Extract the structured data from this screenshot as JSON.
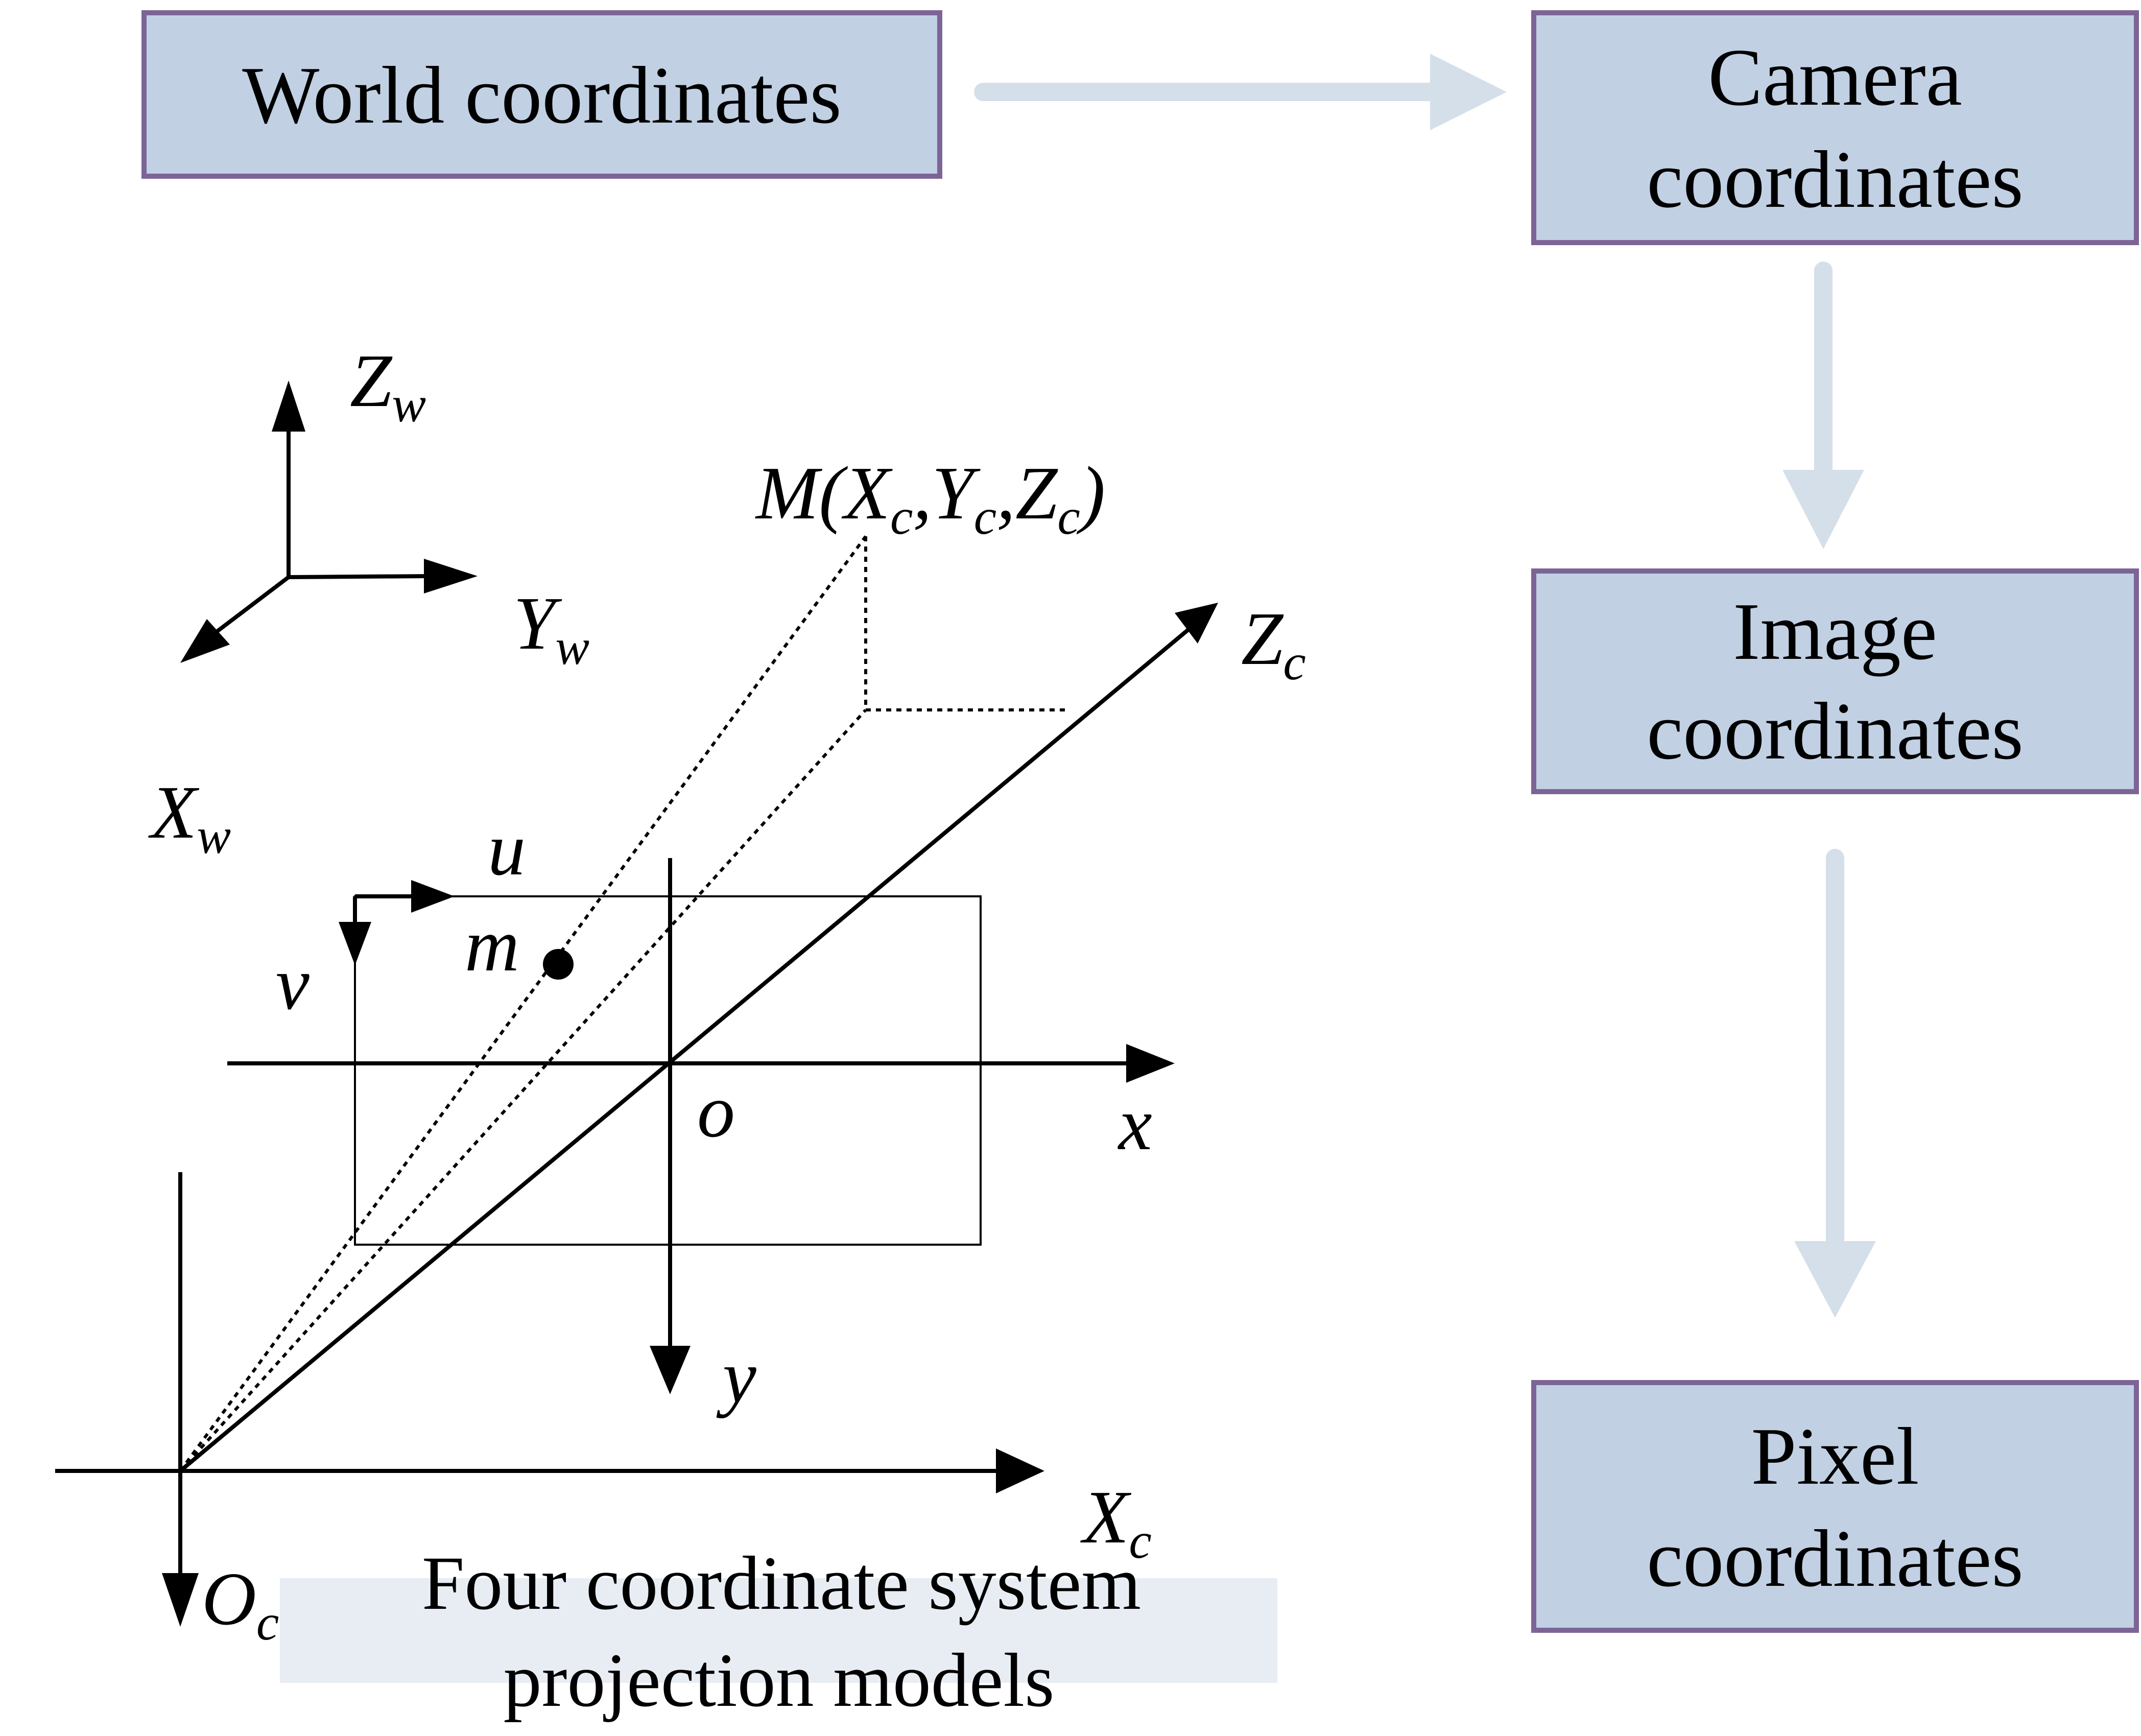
{
  "flow_boxes": {
    "world": "World coordinates",
    "camera": [
      "Camera",
      "coordinates"
    ],
    "image": [
      "Image",
      "coordinates"
    ],
    "pixel": [
      "Pixel",
      "coordinates"
    ]
  },
  "axis_labels": {
    "world": {
      "z": {
        "main": "Z",
        "sub": "w"
      },
      "y": {
        "main": "Y",
        "sub": "w"
      },
      "x": {
        "main": "X",
        "sub": "w"
      }
    },
    "camera": {
      "z": {
        "main": "Z",
        "sub": "c"
      },
      "x": {
        "main": "X",
        "sub": "c"
      },
      "origin": {
        "main": "O",
        "sub": "c"
      }
    },
    "image": {
      "x": "x",
      "y": "y",
      "origin": "o"
    },
    "pixel": {
      "u": "u",
      "v": "v"
    }
  },
  "points": {
    "M": {
      "prefix": "M(",
      "x": "X",
      "y": "Y",
      "z": "Z",
      "sub": "c",
      "sep": ",",
      "suffix": ")"
    },
    "m": "m"
  },
  "caption": [
    "Four coordinate system",
    "projection models"
  ],
  "colors": {
    "box_fill": "#c1d0e3",
    "box_border": "#7c6596",
    "flow_arrow": "#d5dfea",
    "caption_band": "#e8edf4"
  }
}
